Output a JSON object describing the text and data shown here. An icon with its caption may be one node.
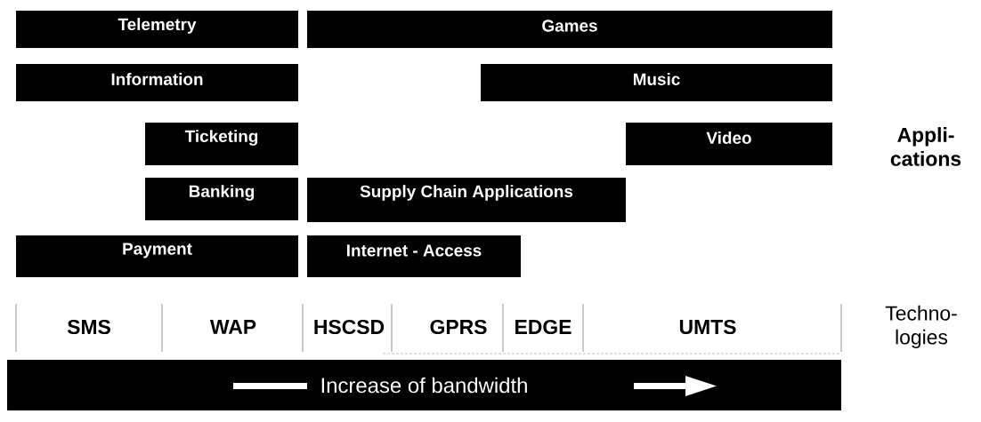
{
  "diagram": {
    "nodes": [
      {
        "text": [
          "Telemetry"
        ]
      },
      {
        "text": [
          "Games"
        ]
      },
      {
        "text": [
          "Information"
        ]
      },
      {
        "text": [
          "Music"
        ]
      },
      {
        "text": [
          "Ticketing"
        ]
      },
      {
        "text": [
          "Video"
        ]
      },
      {
        "text": [
          "Banking"
        ]
      },
      {
        "text": [
          "Supply Chain Applications"
        ]
      },
      {
        "text": [
          "Payment"
        ]
      },
      {
        "text": [
          "Internet - Access"
        ]
      },
      {
        "text": [
          "Increase of bandwidth"
        ]
      }
    ],
    "labels": [
      "Appli- cations",
      "SMS",
      "WAP",
      "HSCSD",
      "GPRS",
      "EDGE",
      "UMTS",
      "Techno- logies"
    ]
  }
}
